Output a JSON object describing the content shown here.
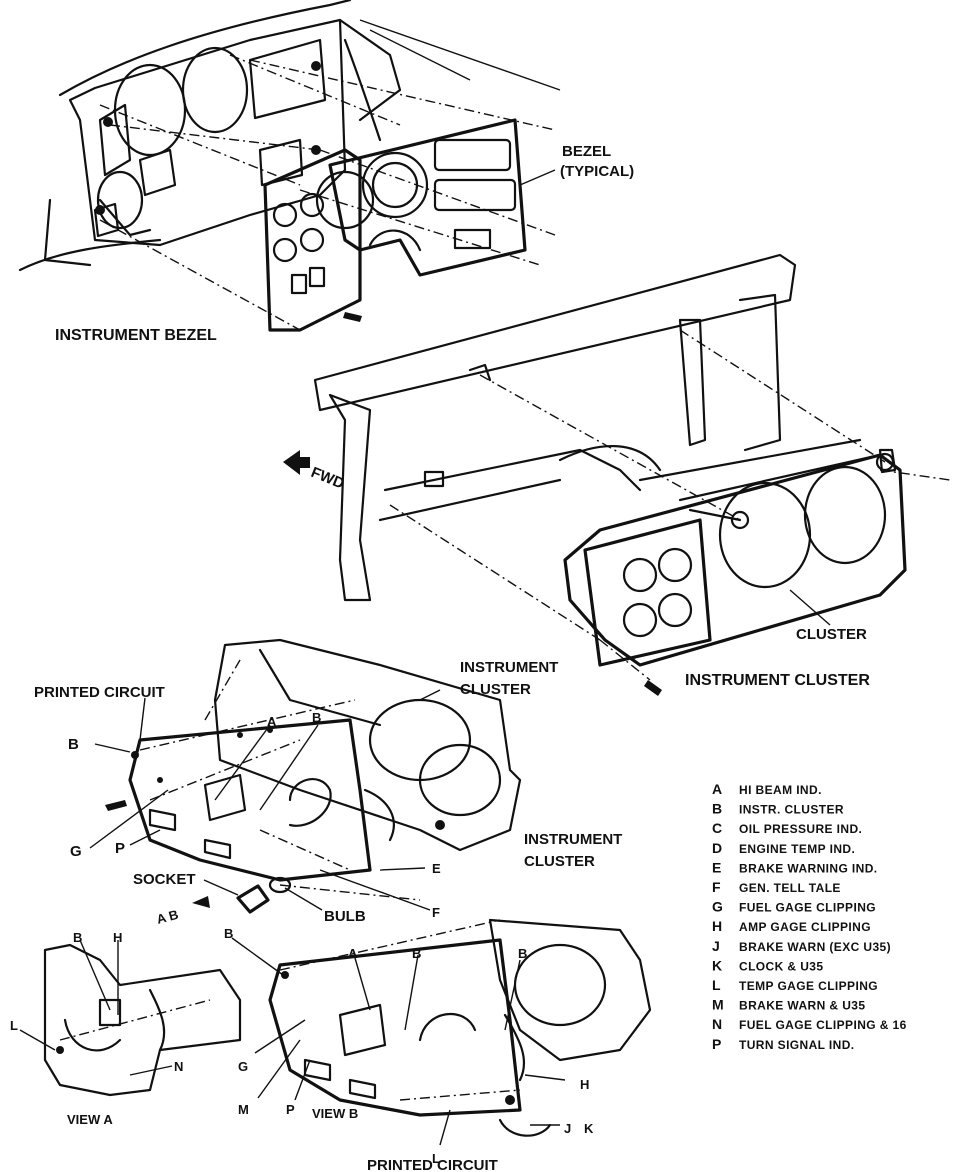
{
  "labels": {
    "bezel_typical_1": "BEZEL",
    "bezel_typical_2": "(TYPICAL)",
    "instrument_bezel": "INSTRUMENT BEZEL",
    "fwd": "FWD",
    "cluster": "CLUSTER",
    "instrument_cluster_main": "INSTRUMENT CLUSTER",
    "printed_circuit_top": "PRINTED CIRCUIT",
    "instrument_cluster_a_1": "INSTRUMENT",
    "instrument_cluster_a_2": "CLUSTER",
    "instrument_cluster_b_1": "INSTRUMENT",
    "instrument_cluster_b_2": "CLUSTER",
    "socket": "SOCKET",
    "bulb": "BULB",
    "ab_marker": "A B",
    "view_a": "VIEW A",
    "view_b": "VIEW B",
    "printed_circuit_bottom": "PRINTED CIRCUIT"
  },
  "callouts": {
    "b1": "B",
    "g": "G",
    "p1": "P",
    "a1": "A",
    "b2": "B",
    "e": "E",
    "f": "F",
    "b3": "B",
    "h1": "H",
    "l1": "L",
    "n": "N",
    "b4": "B",
    "a2": "A",
    "b5": "B",
    "b6": "B",
    "g2": "G",
    "m": "M",
    "p2": "P",
    "h2": "H",
    "l2": "L",
    "j": "J",
    "k": "K"
  },
  "legend": [
    {
      "key": "A",
      "text": "HI BEAM IND."
    },
    {
      "key": "B",
      "text": "INSTR. CLUSTER"
    },
    {
      "key": "C",
      "text": "OIL PRESSURE IND."
    },
    {
      "key": "D",
      "text": "ENGINE TEMP IND."
    },
    {
      "key": "E",
      "text": "BRAKE WARNING IND."
    },
    {
      "key": "F",
      "text": "GEN. TELL TALE"
    },
    {
      "key": "G",
      "text": "FUEL GAGE CLIPPING"
    },
    {
      "key": "H",
      "text": "AMP GAGE CLIPPING"
    },
    {
      "key": "J",
      "text": "BRAKE WARN (EXC U35)"
    },
    {
      "key": "K",
      "text": "CLOCK & U35"
    },
    {
      "key": "L",
      "text": "TEMP GAGE CLIPPING"
    },
    {
      "key": "M",
      "text": "BRAKE WARN & U35"
    },
    {
      "key": "N",
      "text": "FUEL GAGE CLIPPING & 16"
    },
    {
      "key": "P",
      "text": "TURN SIGNAL IND."
    }
  ]
}
